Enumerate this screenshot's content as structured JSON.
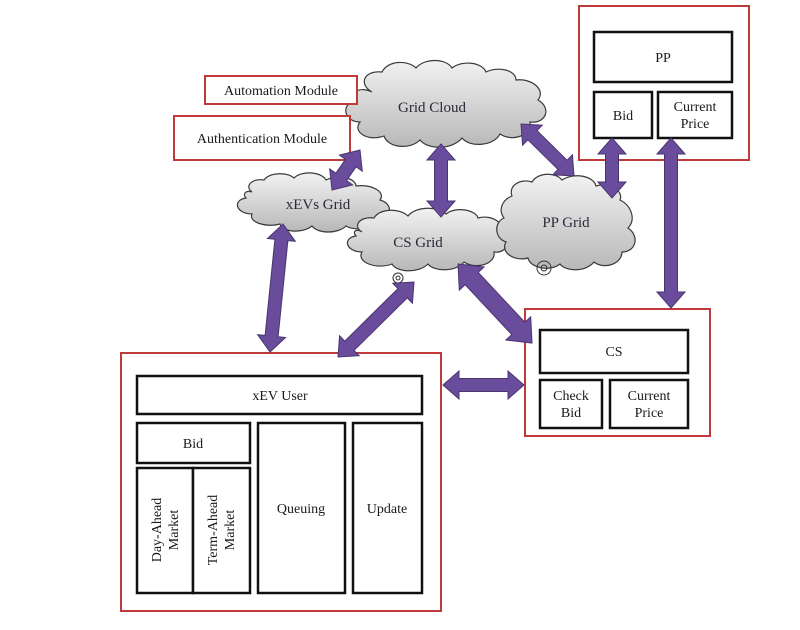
{
  "diagram": {
    "colors": {
      "arrow_fill": "#6a4c9c",
      "arrow_stroke": "#4a3470",
      "group_border": "#c0393b",
      "box_border": "#111111",
      "cloud_fill_top": "#f2f2f2",
      "cloud_fill_bottom": "#b8b8b8"
    },
    "modules": {
      "automation": "Automation Module",
      "authentication": "Authentication Module"
    },
    "clouds": {
      "grid_cloud": "Grid Cloud",
      "xevs_grid": "xEVs Grid",
      "cs_grid": "CS Grid",
      "pp_grid": "PP Grid"
    },
    "pp_group": {
      "title": "PP",
      "bid": "Bid",
      "current_price_line1": "Current",
      "current_price_line2": "Price"
    },
    "cs_group": {
      "title": "CS",
      "check_bid_line1": "Check",
      "check_bid_line2": "Bid",
      "current_price_line1": "Current",
      "current_price_line2": "Price"
    },
    "xev_group": {
      "title": "xEV User",
      "bid": "Bid",
      "day_ahead_line1": "Day-Ahead",
      "day_ahead_line2": "Market",
      "term_ahead_line1": "Term-Ahead",
      "term_ahead_line2": "Market",
      "queuing": "Queuing",
      "update": "Update"
    },
    "connections": [
      {
        "from": "Grid Cloud",
        "to": "xEVs Grid",
        "bidirectional": true
      },
      {
        "from": "Grid Cloud",
        "to": "CS Grid",
        "bidirectional": true
      },
      {
        "from": "Grid Cloud",
        "to": "PP Grid",
        "bidirectional": true
      },
      {
        "from": "PP Grid",
        "to": "PP Bid",
        "bidirectional": true
      },
      {
        "from": "PP Current Price",
        "to": "CS group",
        "bidirectional": true
      },
      {
        "from": "xEVs Grid",
        "to": "xEV User group",
        "bidirectional": true
      },
      {
        "from": "CS Grid",
        "to": "xEV User group",
        "bidirectional": true
      },
      {
        "from": "CS Grid",
        "to": "CS group",
        "bidirectional": true
      },
      {
        "from": "xEV User group",
        "to": "CS group",
        "bidirectional": true
      }
    ]
  }
}
